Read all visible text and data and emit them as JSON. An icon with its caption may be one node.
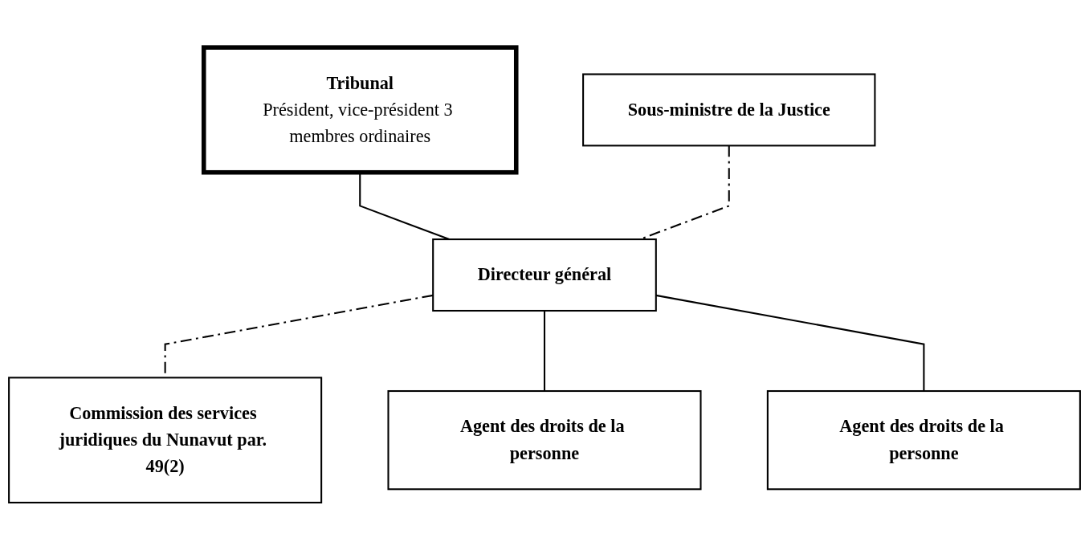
{
  "diagram": {
    "nodes": [
      {
        "text": [
          "Tribunal",
          "Président, vice-président 3 membres ordinaires"
        ]
      },
      {
        "text": [
          "Sous-ministre de la Justice"
        ]
      },
      {
        "text": [
          "Directeur général"
        ]
      },
      {
        "text": [
          "Commission des services juridiques du Nunavut par. 49(2)"
        ]
      },
      {
        "text": [
          "Agent des droits de la personne"
        ]
      },
      {
        "text": [
          "Agent des droits de la personne"
        ]
      }
    ],
    "edges": [
      {
        "from": 0,
        "to": 2,
        "arrow": "none"
      },
      {
        "from": 1,
        "to": 2,
        "arrow": "none",
        "style": "dashed"
      },
      {
        "from": 2,
        "to": 3,
        "arrow": "none",
        "style": "dashed"
      },
      {
        "from": 2,
        "to": 4,
        "arrow": "none"
      },
      {
        "from": 2,
        "to": 5,
        "arrow": "none"
      }
    ]
  }
}
